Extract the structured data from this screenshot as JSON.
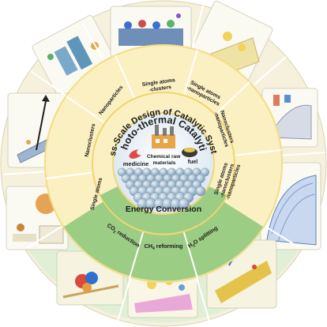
{
  "center": {
    "title_line1": "Photo-thermal Catalytic",
    "tags": [
      "medicine",
      "Chemical raw materials",
      "fuel"
    ]
  },
  "rings": {
    "design_title": "Cross-Scale Design of Catalytic Systems",
    "energy_title": "Energy Conversion"
  },
  "catalyst_types": [
    "Nanoparticles",
    "Single atoms -clusters",
    "Single atoms -nanoparticles",
    "Nanoclusters -nanoparticles",
    "Single atoms -nanoclusters -nanoparticles",
    "Single atoms",
    "Nanoclusters"
  ],
  "applications": [
    "CO2 reduction",
    "CH4 reforming",
    "H2O splitting"
  ],
  "colors": {
    "outer_ring": "#f5f1dd",
    "design_ring": "#fbf0c2",
    "design_ring_edge": "#f3dc86",
    "energy_ring": "#9ccd84",
    "energy_outer": "#e1efd6",
    "panel_bg": "#fbfaf2",
    "center_fill": "#eaf2f8"
  }
}
